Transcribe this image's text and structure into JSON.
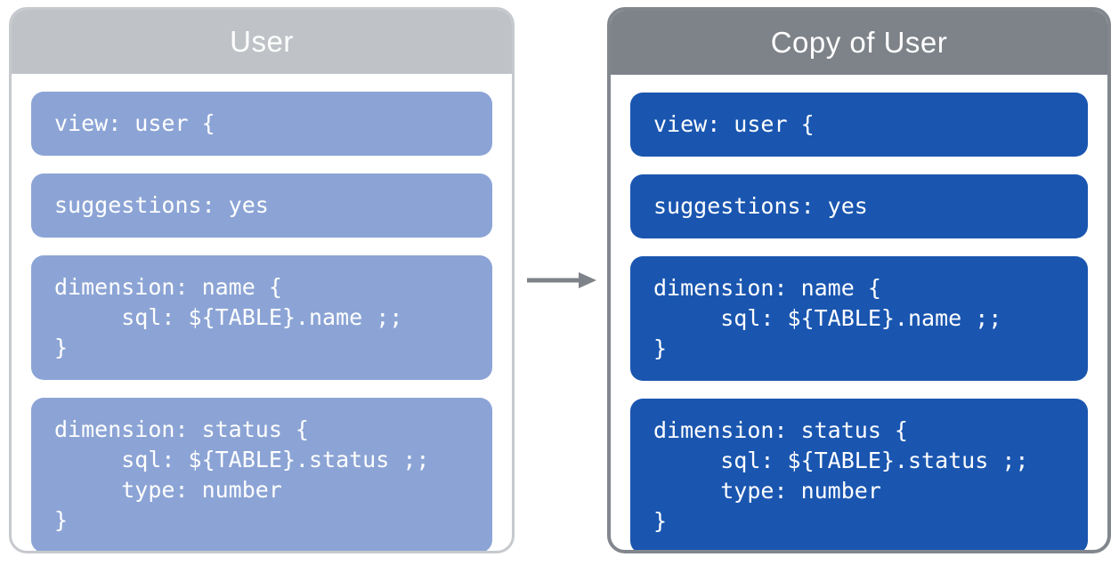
{
  "panels": [
    {
      "id": "user",
      "title": "User"
    },
    {
      "id": "copy-of-user",
      "title": "Copy of User"
    }
  ],
  "code_blocks": [
    "view: user {",
    "suggestions: yes",
    "dimension: name {\n     sql: ${TABLE}.name ;;\n}",
    "dimension: status {\n     sql: ${TABLE}.status ;;\n     type: number\n}"
  ],
  "arrow": {
    "icon": "right-arrow",
    "direction": "left-panel-to-right-panel"
  },
  "colors": {
    "background": "#ffffff",
    "left_header": "#bfc3c7",
    "left_border": "#c6c9cd",
    "left_block": "#8ca4d5",
    "right_header": "#7d8389",
    "right_border": "#82878d",
    "right_block": "#1a56b0",
    "arrow": "#7d8389",
    "code_text": "#ffffff",
    "title_text": "#ffffff"
  }
}
